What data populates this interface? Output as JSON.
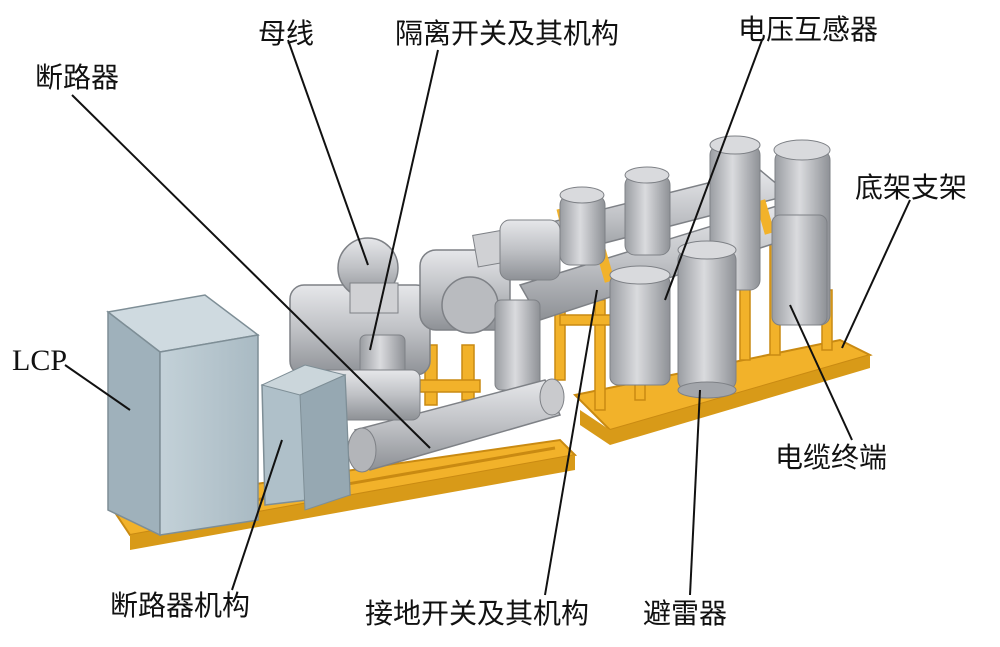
{
  "labels": {
    "busbar": "母线",
    "disconnector": "隔离开关及其机构",
    "vt": "电压互感器",
    "breaker": "断路器",
    "base_frame": "底架支架",
    "lcp": "LCP",
    "cable_termination": "电缆终端",
    "breaker_mechanism": "断路器机构",
    "earthing_switch": "接地开关及其机构",
    "surge_arrester": "避雷器"
  },
  "colors": {
    "frame": "#F2B22A",
    "frame_dark": "#C98A12",
    "metal": "#BFC1C5",
    "metal_dark": "#8E9196",
    "metal_light": "#E4E5E8",
    "cabinet": "#B8C7CF",
    "cabinet_dark": "#8FA2AC",
    "leader": "#111111"
  }
}
